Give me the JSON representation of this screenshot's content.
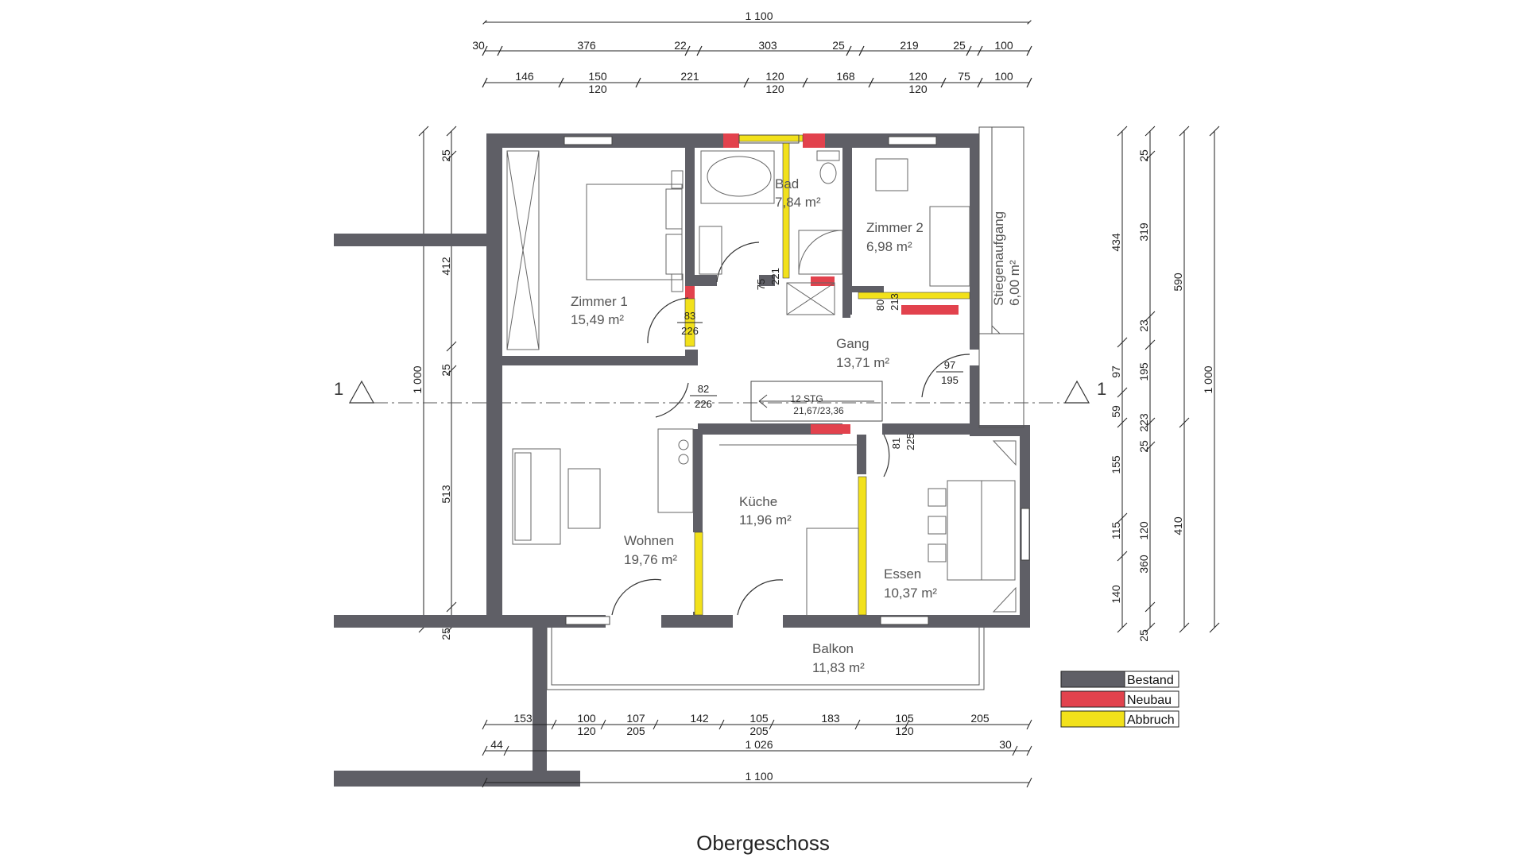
{
  "title": "Obergeschoss",
  "colors": {
    "bestand": "#5f5f66",
    "neubau": "#e2424d",
    "abbruch": "#f2e11b",
    "wall_stroke": "#3c3c42",
    "dim_line": "#222222"
  },
  "legend": [
    {
      "label": "Bestand",
      "color_key": "bestand"
    },
    {
      "label": "Neubau",
      "color_key": "neubau"
    },
    {
      "label": "Abbruch",
      "color_key": "abbruch"
    }
  ],
  "rooms": [
    {
      "id": "zimmer1",
      "name": "Zimmer 1",
      "area": "15,49 m²"
    },
    {
      "id": "bad",
      "name": "Bad",
      "area": "7,84 m²"
    },
    {
      "id": "zimmer2",
      "name": "Zimmer 2",
      "area": "6,98 m²"
    },
    {
      "id": "stiegenaufgang",
      "name": "Stiegenaufgang",
      "area": "6,00 m²"
    },
    {
      "id": "gang",
      "name": "Gang",
      "area": "13,71 m²"
    },
    {
      "id": "wohnen",
      "name": "Wohnen",
      "area": "19,76 m²"
    },
    {
      "id": "kueche",
      "name": "Küche",
      "area": "11,96 m²"
    },
    {
      "id": "essen",
      "name": "Essen",
      "area": "10,37 m²"
    },
    {
      "id": "balkon",
      "name": "Balkon",
      "area": "11,83 m²"
    }
  ],
  "doors": {
    "zimmer1": {
      "w": "83",
      "h": "226"
    },
    "bad": {
      "w": "75",
      "h": "221"
    },
    "zimmer2": {
      "w": "80",
      "h": "213"
    },
    "stiegen": {
      "w": "97",
      "h": "195"
    },
    "wohnen": {
      "w": "82",
      "h": "226"
    },
    "essen": {
      "w": "81",
      "h": "225"
    }
  },
  "stair": {
    "steps": "12 STG",
    "ratio": "21,67/23,36"
  },
  "section": {
    "left": "1",
    "right": "1"
  },
  "dims": {
    "top_total": "1 100",
    "top_row1": [
      "30",
      "376",
      "22",
      "303",
      "25",
      "219",
      "25",
      "100"
    ],
    "top_row2_upper": [
      "146",
      "150",
      "221",
      "120",
      "168",
      "120",
      "75",
      "100"
    ],
    "top_row2_lower": [
      "120",
      "120",
      "120"
    ],
    "bottom_row1_upper": [
      "153",
      "100",
      "107",
      "142",
      "105",
      "183",
      "105",
      "205"
    ],
    "bottom_row1_lower": [
      "120",
      "205",
      "205",
      "120"
    ],
    "bottom_row2": [
      "44",
      "1 026",
      "30"
    ],
    "bottom_total": "1 100",
    "left_inner": [
      "25",
      "412",
      "25",
      "513",
      "25"
    ],
    "left_total": "1 000",
    "right_a": [
      "434",
      "97",
      "59",
      "155",
      "115",
      "140"
    ],
    "right_b": [
      "25",
      "319",
      "23",
      "195",
      "223",
      "25",
      "120",
      "360",
      "25"
    ],
    "right_c": [
      "590",
      "410"
    ],
    "right_total": "1 000"
  }
}
